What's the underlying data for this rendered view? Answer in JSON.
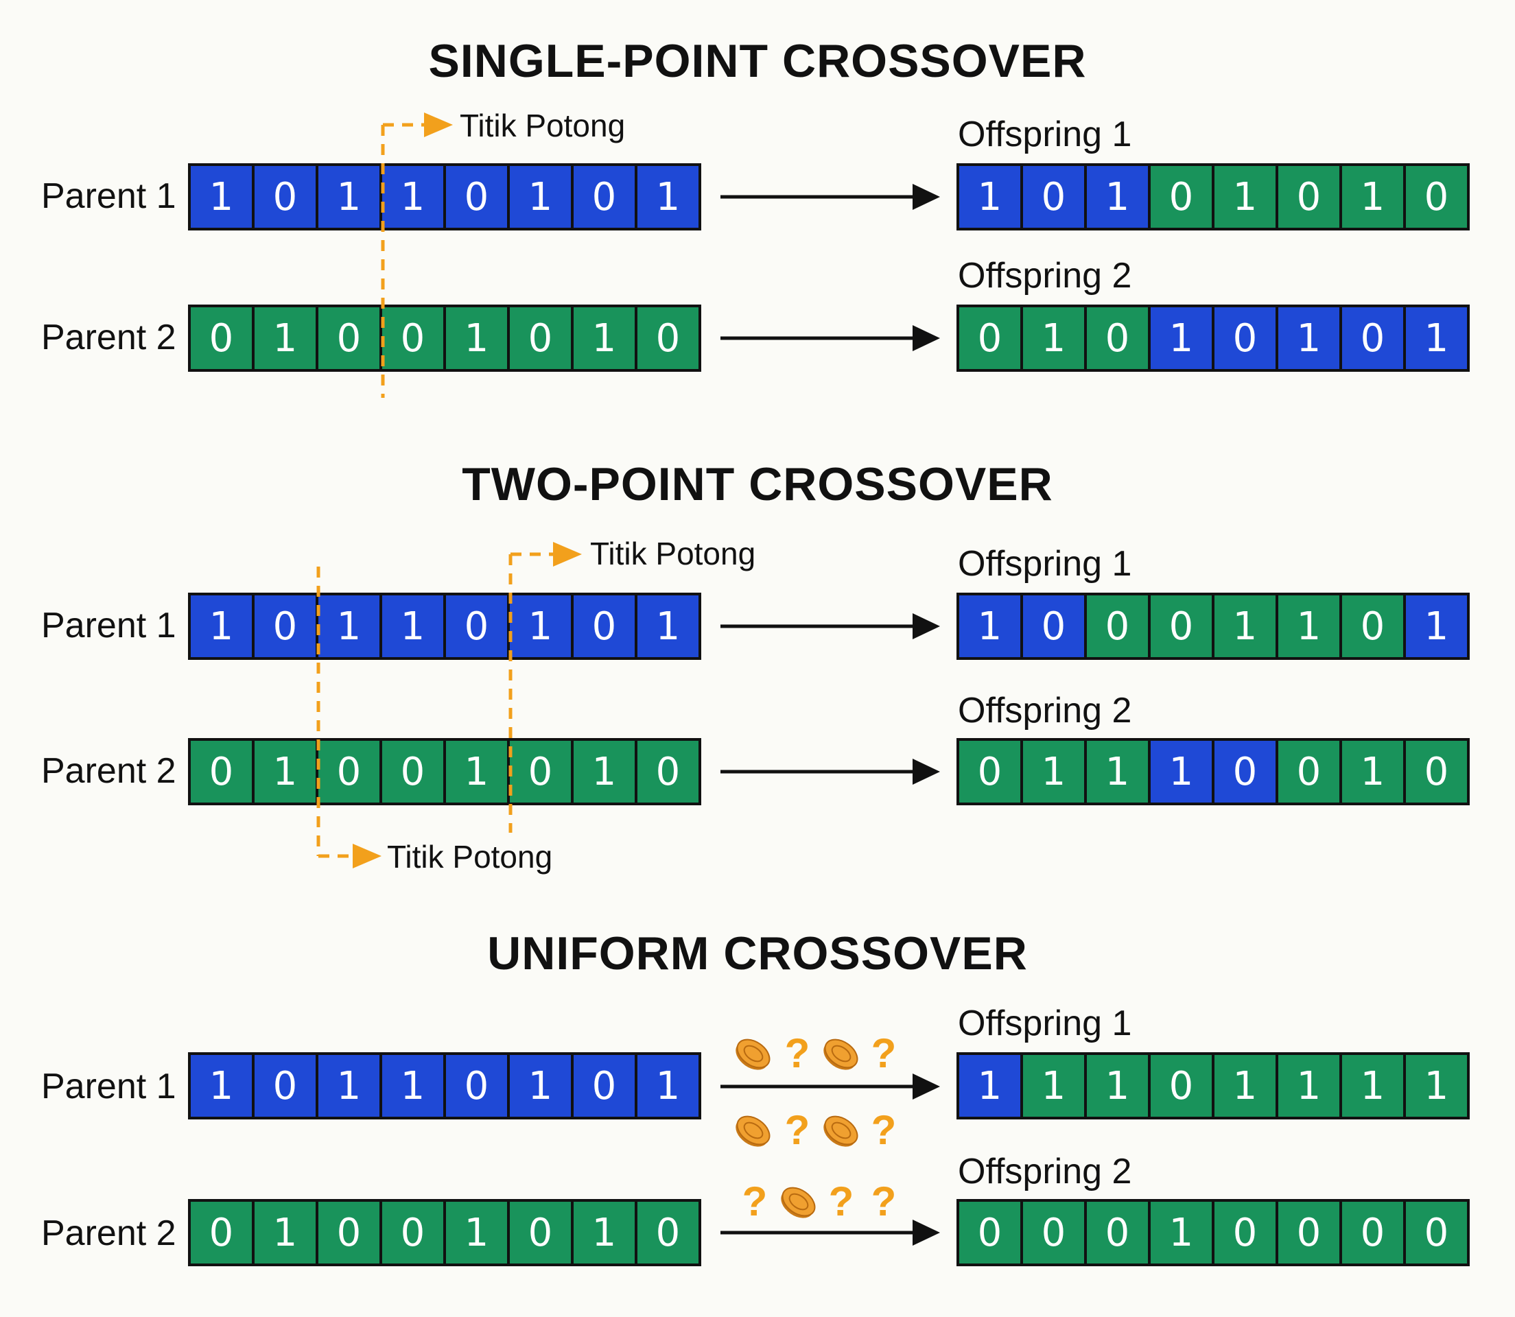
{
  "colors": {
    "parent1": "#1f49d6",
    "parent2": "#19935b",
    "cut_line": "#f2a01c",
    "arrow": "#111111",
    "coin": "#f0a030"
  },
  "cut_label": "Titik Potong",
  "random_symbol": "?",
  "icons": [
    "coin-icon",
    "question-mark-icon",
    "arrow-right-icon"
  ],
  "sections": [
    {
      "title": "SINGLE-POINT CROSSOVER",
      "parent1": {
        "label": "Parent 1",
        "bits": [
          1,
          0,
          1,
          1,
          0,
          1,
          0,
          1
        ]
      },
      "parent2": {
        "label": "Parent 2",
        "bits": [
          0,
          1,
          0,
          0,
          1,
          0,
          1,
          0
        ]
      },
      "offspring1": {
        "label": "Offspring 1",
        "bits": [
          1,
          0,
          1,
          0,
          1,
          0,
          1,
          0
        ],
        "source": [
          "p1",
          "p1",
          "p1",
          "p2",
          "p2",
          "p2",
          "p2",
          "p2"
        ]
      },
      "offspring2": {
        "label": "Offspring 2",
        "bits": [
          0,
          1,
          0,
          1,
          0,
          1,
          0,
          1
        ],
        "source": [
          "p2",
          "p2",
          "p2",
          "p1",
          "p1",
          "p1",
          "p1",
          "p1"
        ]
      },
      "cut_points": [
        3
      ]
    },
    {
      "title": "TWO-POINT CROSSOVER",
      "parent1": {
        "label": "Parent 1",
        "bits": [
          1,
          0,
          1,
          1,
          0,
          1,
          0,
          1
        ]
      },
      "parent2": {
        "label": "Parent 2",
        "bits": [
          0,
          1,
          0,
          0,
          1,
          0,
          1,
          0
        ]
      },
      "offspring1": {
        "label": "Offspring 1",
        "bits": [
          1,
          0,
          0,
          0,
          1,
          1,
          0,
          1
        ],
        "source": [
          "p1",
          "p1",
          "p2",
          "p2",
          "p2",
          "p2",
          "p2",
          "p1"
        ]
      },
      "offspring2": {
        "label": "Offspring 2",
        "bits": [
          0,
          1,
          1,
          1,
          0,
          0,
          1,
          0
        ],
        "source": [
          "p2",
          "p2",
          "p2",
          "p1",
          "p1",
          "p2",
          "p2",
          "p2"
        ]
      },
      "cut_points": [
        2,
        5
      ]
    },
    {
      "title": "UNIFORM CROSSOVER",
      "parent1": {
        "label": "Parent 1",
        "bits": [
          1,
          0,
          1,
          1,
          0,
          1,
          0,
          1
        ]
      },
      "parent2": {
        "label": "Parent 2",
        "bits": [
          0,
          1,
          0,
          0,
          1,
          0,
          1,
          0
        ]
      },
      "offspring1": {
        "label": "Offspring 1",
        "bits": [
          1,
          1,
          1,
          0,
          1,
          1,
          1,
          1
        ],
        "source": [
          "p1",
          "p2",
          "p2",
          "p2",
          "p2",
          "p2",
          "p2",
          "p2"
        ]
      },
      "offspring2": {
        "label": "Offspring 2",
        "bits": [
          0,
          0,
          0,
          1,
          0,
          0,
          0,
          0
        ],
        "source": [
          "p2",
          "p2",
          "p2",
          "p2",
          "p2",
          "p2",
          "p2",
          "p2"
        ]
      },
      "cut_points": []
    }
  ]
}
